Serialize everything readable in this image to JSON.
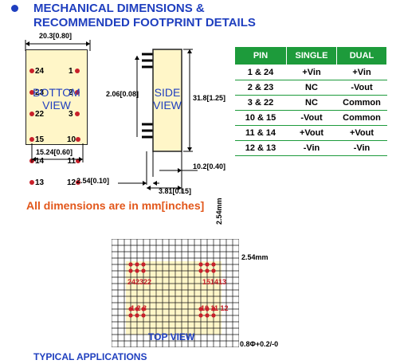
{
  "header": {
    "line1": "MECHANICAL DIMENSIONS &",
    "line2": "RECOMMENDED FOOTPRINT DETAILS"
  },
  "bottom_view": {
    "label": "BOTTOM VIEW",
    "width_dim": "20.3[0.80]",
    "base_dim": "15.24[0.60]",
    "pins_top_left": [
      "24",
      "23",
      "22"
    ],
    "pins_top_right": [
      "1",
      "2",
      "3"
    ],
    "pins_bottom_left": [
      "15",
      "14",
      "13"
    ],
    "pins_bottom_right": [
      "10",
      "11",
      "12"
    ]
  },
  "side_view": {
    "label": "SIDE VIEW",
    "height_dim": "31.8[1.25]",
    "pitch_dim": "2.06[0.08]",
    "pin_len_dim": "10.2[0.40]",
    "pin_offset_dim": "2.54[0.10]",
    "pin_height_dim": "3.81[0.15]"
  },
  "pin_table": {
    "headers": [
      "PIN",
      "SINGLE",
      "DUAL"
    ],
    "rows": [
      [
        "1 & 24",
        "+Vin",
        "+Vin"
      ],
      [
        "2 & 23",
        "NC",
        "-Vout"
      ],
      [
        "3 & 22",
        "NC",
        "Common"
      ],
      [
        "10 & 15",
        "-Vout",
        "Common"
      ],
      [
        "11 & 14",
        "+Vout",
        "+Vout"
      ],
      [
        "12 & 13",
        "-Vin",
        "-Vin"
      ]
    ]
  },
  "note": "All dimensions are in mm[inches]",
  "footprint": {
    "vertical_dim": "2.54mm",
    "horizontal_dim": "2.54mm",
    "pins_tl": "242322",
    "pins_tr": "151413",
    "pins_bl": "1 2 3",
    "pins_br": "10 11 12",
    "label": "TOP VIEW",
    "hole_spec": "0.8Φ+0.2/-0"
  },
  "footer_partial": "TYPICAL APPLICATIONS",
  "colors": {
    "heading": "#1f3fbf",
    "table_header": "#1d9b3b",
    "note": "#e2571b",
    "box_fill": "#fff6c8",
    "pin_dot": "#c8202a"
  }
}
